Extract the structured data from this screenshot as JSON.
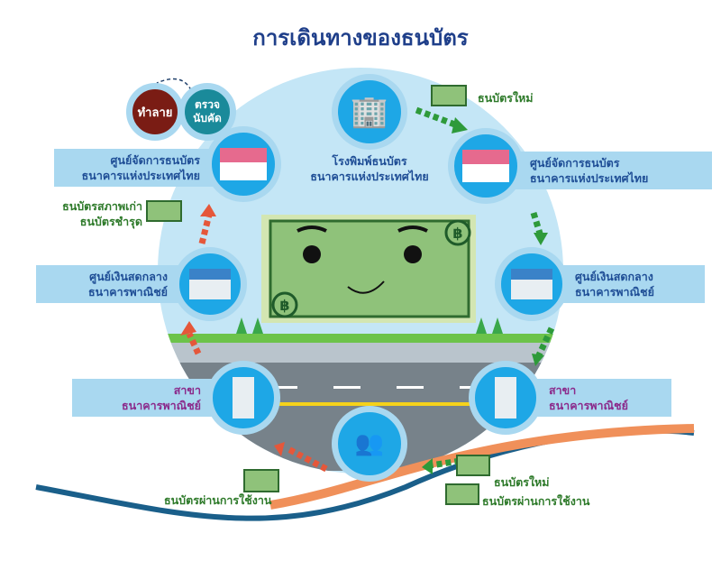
{
  "title": "การเดินทางของธนบัตร",
  "nodes": {
    "printing": {
      "line1": "โรงพิมพ์ธนบัตร",
      "line2": "ธนาคารแห่งประเทศไทย"
    },
    "center_right": {
      "line1": "ศูนย์จัดการธนบัตร",
      "line2": "ธนาคารแห่งประเทศไทย"
    },
    "center_left": {
      "line1": "ศูนย์จัดการธนบัตร",
      "line2": "ธนาคารแห่งประเทศไทย"
    },
    "cash_right": {
      "line1": "ศูนย์เงินสดกลาง",
      "line2": "ธนาคารพาณิชย์"
    },
    "cash_left": {
      "line1": "ศูนย์เงินสดกลาง",
      "line2": "ธนาคารพาณิชย์"
    },
    "branch_right": {
      "line1": "สาขา",
      "line2": "ธนาคารพาณิชย์"
    },
    "branch_left": {
      "line1": "สาขา",
      "line2": "ธนาคารพาณิชย์"
    },
    "destroy": "ทำลาย",
    "check": {
      "line1": "ตรวจ",
      "line2": "นับคัด"
    }
  },
  "notes": {
    "new_top": "ธนบัตรใหม่",
    "worn_1": "ธนบัตรสภาพเก่า",
    "worn_2": "ธนบัตรชำรุด",
    "used_left": "ธนบัตรผ่านการใช้งาน",
    "new_bottom": "ธนบัตรใหม่",
    "used_right": "ธนบัตรผ่านการใช้งาน"
  },
  "colors": {
    "circle": "#c4e6f6",
    "node": "#1ea7e6",
    "label": "#a9d8f0",
    "green_arrow": "#2e9a3a",
    "red_arrow": "#e5573a"
  }
}
